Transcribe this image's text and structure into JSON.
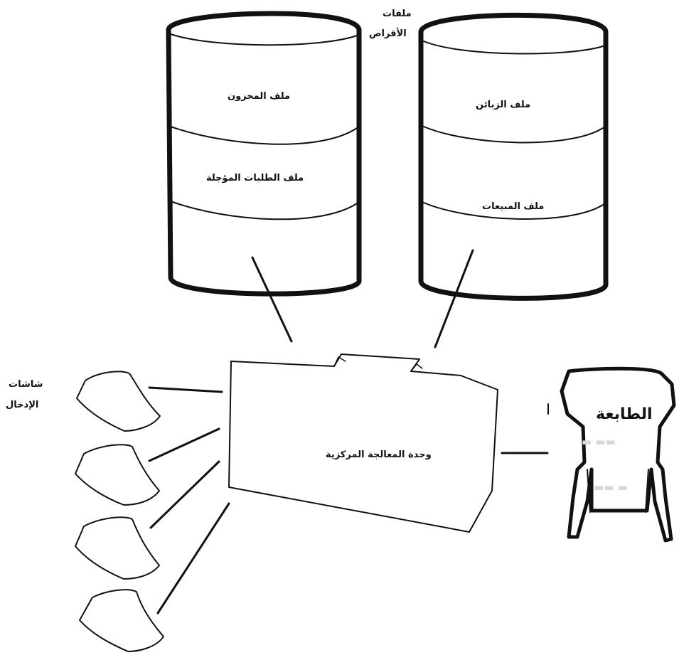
{
  "disk_files_label": [
    "ملفات",
    "الأقراص"
  ],
  "left_disk": {
    "file1": "ملف المخزون",
    "file2": "ملف الطلبات المؤجلة"
  },
  "right_disk": {
    "file1": "ملف الزبائن",
    "file2": "ملف المبيعات"
  },
  "cpu_label": "وحدة المعالجة المركزية",
  "input_screens_label": [
    "شاشات",
    "الإدخال"
  ],
  "printer_label": "الطابعة",
  "colors": {
    "ink": "#111111",
    "paper": "#ffffff",
    "ghost": "#d8d8d8"
  }
}
